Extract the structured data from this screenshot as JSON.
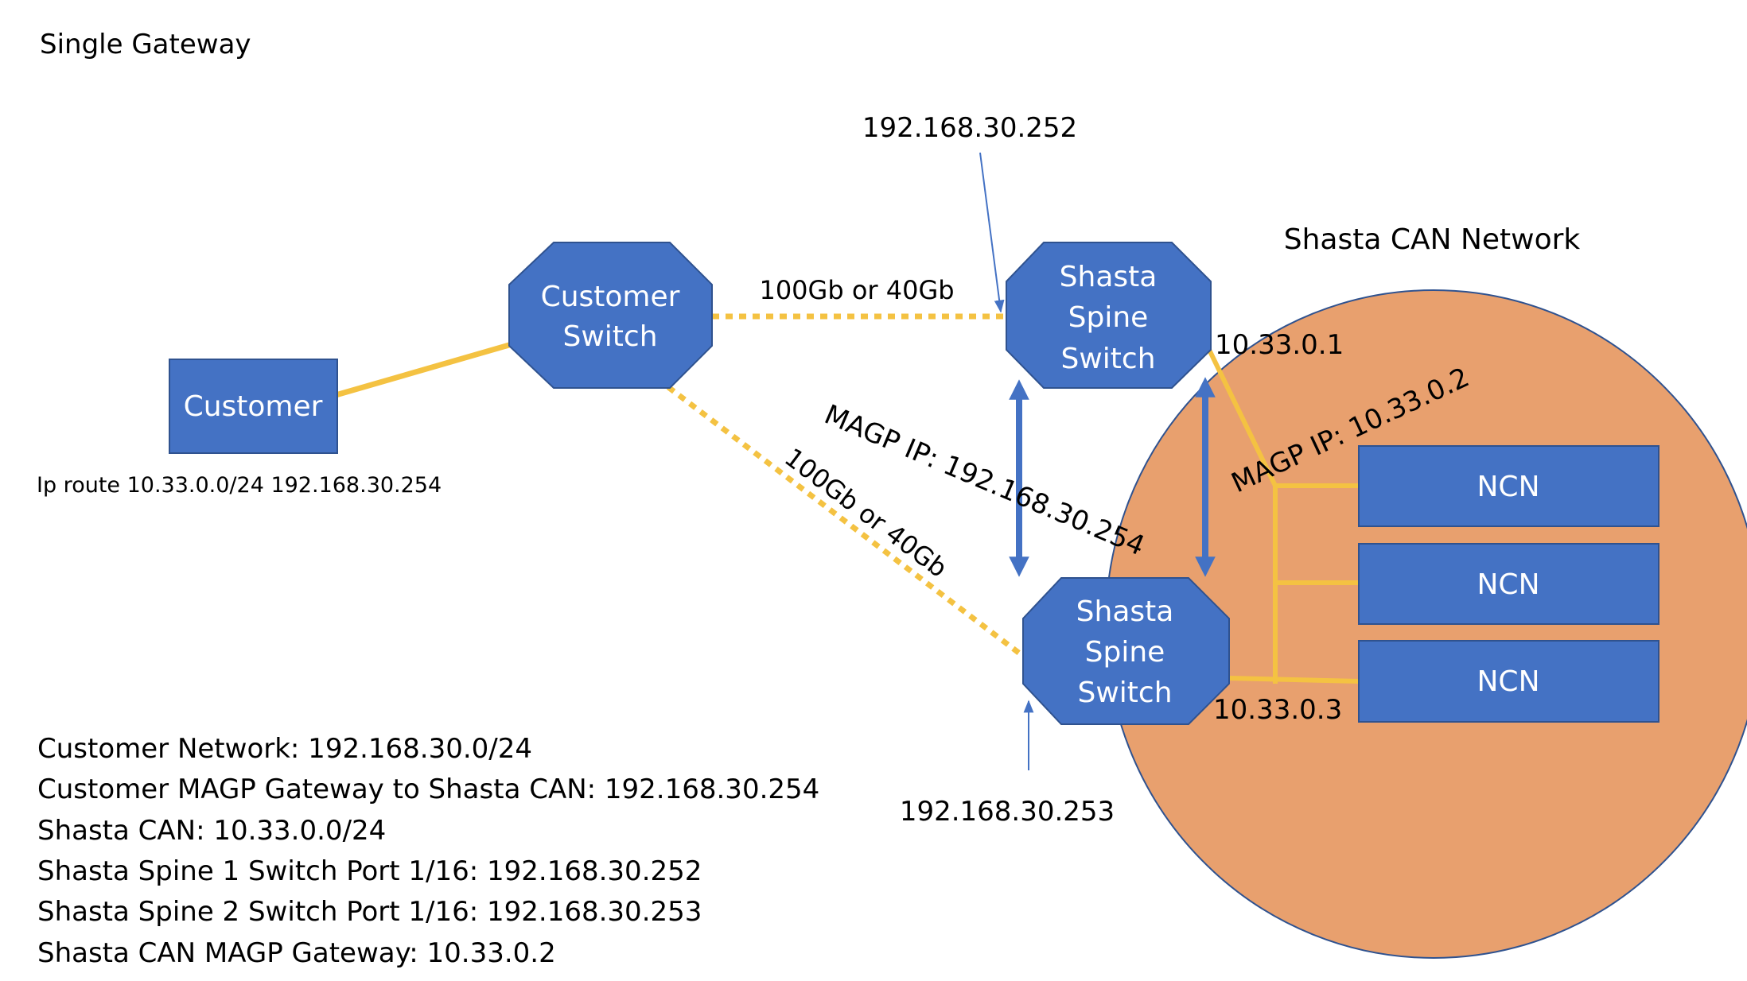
{
  "title": "Single Gateway",
  "colors": {
    "node_fill": "#4472C4",
    "node_stroke": "#2F528F",
    "link": "#F4C242",
    "can_fill": "#E8A06E",
    "can_stroke": "#2F528F",
    "arrow": "#4472C4"
  },
  "nodes": {
    "customer": "Customer",
    "customer_switch": [
      "Customer",
      "Switch"
    ],
    "spine1": [
      "Shasta",
      "Spine",
      "Switch"
    ],
    "spine2": [
      "Shasta",
      "Spine",
      "Switch"
    ],
    "ncn": [
      "NCN",
      "NCN",
      "NCN"
    ]
  },
  "labels": {
    "route": "Ip route 10.33.0.0/24 192.168.30.254",
    "link_top": "100Gb or 40Gb",
    "link_diag": "100Gb or 40Gb",
    "spine1_ip": "192.168.30.252",
    "spine2_ip": "192.168.30.253",
    "magp_customer": "MAGP IP: 192.168.30.254",
    "magp_can": "MAGP IP: 10.33.0.2",
    "spine1_can_ip": "10.33.0.1",
    "spine2_can_ip": "10.33.0.3",
    "can_network": "Shasta CAN Network"
  },
  "notes": [
    "Customer Network: 192.168.30.0/24",
    "Customer MAGP Gateway to Shasta CAN: 192.168.30.254",
    "Shasta CAN: 10.33.0.0/24",
    "Shasta Spine 1 Switch Port 1/16: 192.168.30.252",
    "Shasta Spine 2 Switch Port 1/16: 192.168.30.253",
    "Shasta CAN MAGP Gateway: 10.33.0.2"
  ]
}
